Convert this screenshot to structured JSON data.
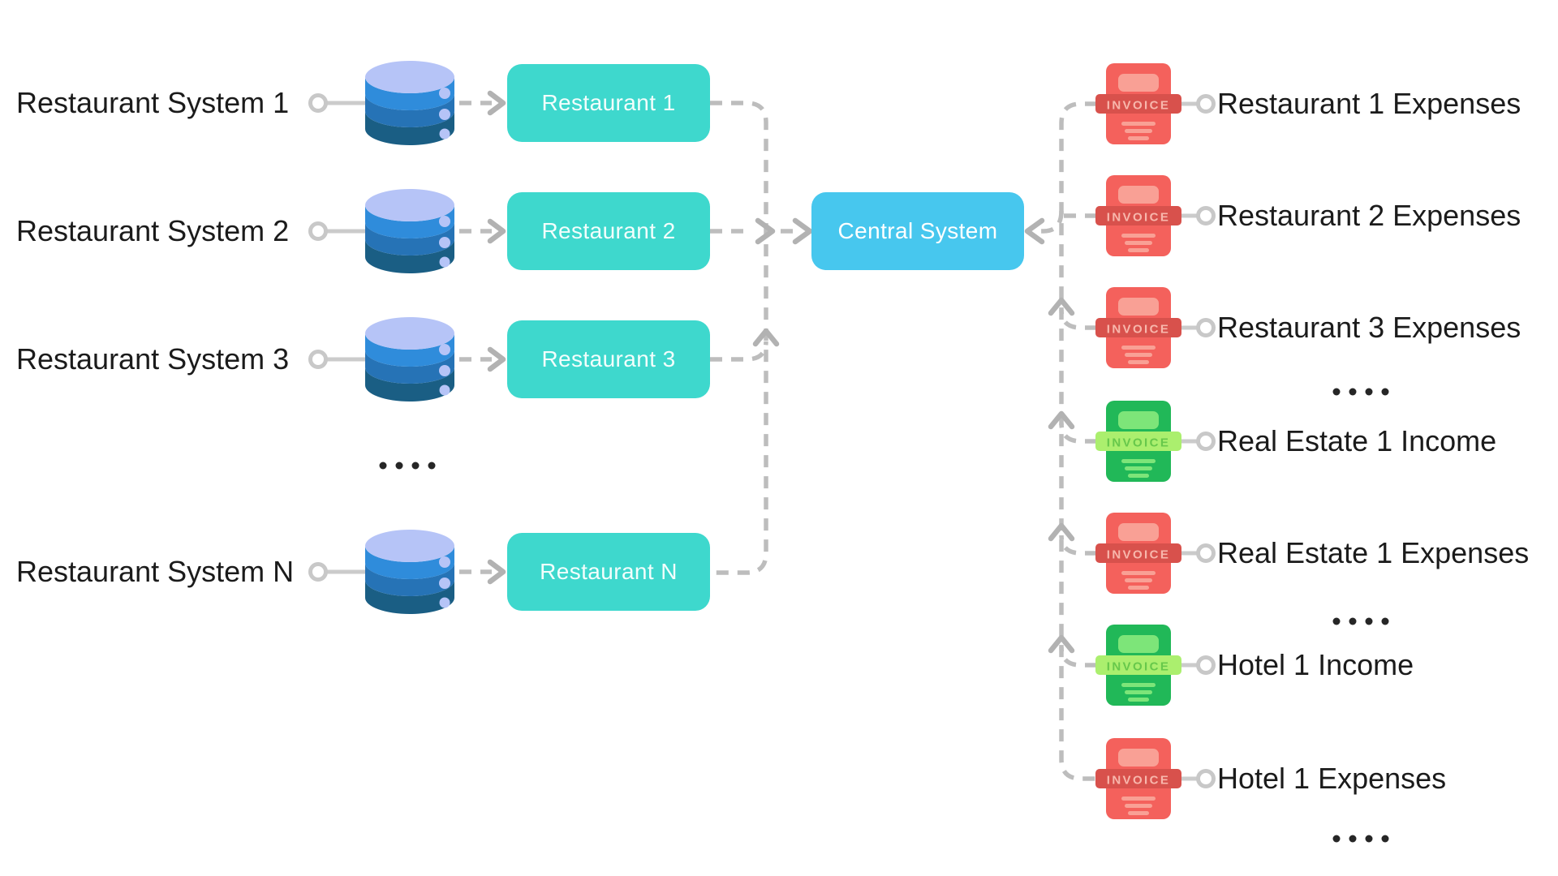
{
  "diagram": {
    "left_systems": [
      {
        "label": "Restaurant System 1",
        "node": "Restaurant 1"
      },
      {
        "label": "Restaurant System 2",
        "node": "Restaurant 2"
      },
      {
        "label": "Restaurant System 3",
        "node": "Restaurant 3"
      },
      {
        "label": "Restaurant System N",
        "node": "Restaurant N"
      }
    ],
    "central": {
      "label": "Central System"
    },
    "right_outputs": [
      {
        "label": "Restaurant 1 Expenses",
        "type": "expenses"
      },
      {
        "label": "Restaurant 2 Expenses",
        "type": "expenses"
      },
      {
        "label": "Restaurant 3 Expenses",
        "type": "expenses"
      },
      {
        "label": "Real Estate 1 Income",
        "type": "income"
      },
      {
        "label": "Real Estate 1 Expenses",
        "type": "expenses"
      },
      {
        "label": "Hotel 1 Income",
        "type": "income"
      },
      {
        "label": "Hotel 1 Expenses",
        "type": "expenses"
      }
    ],
    "invoice_label": "INVOICE",
    "ellipsis": "....",
    "colors": {
      "node_teal": "#3ED8CD",
      "node_blue": "#47C7EE",
      "connector_gray": "#BDBDBD",
      "solid_gray": "#CBCBCB",
      "arrow_gray": "#B2B2B2",
      "label_text": "#1B1B1B",
      "invoice_red_body": "#F4615C",
      "invoice_red_banner": "#D8514C",
      "invoice_red_light": "#F9A095",
      "invoice_red_banner_text": "#F8B7AC",
      "invoice_green_body": "#21B858",
      "invoice_green_banner": "#ABEF6E",
      "invoice_green_light": "#7DE579",
      "invoice_green_banner_text": "#67C84B",
      "db_top": "#B6C4F7",
      "db_band1": "#2F8CDB",
      "db_band2": "#2673B6",
      "db_band3": "#1A5E84"
    }
  }
}
